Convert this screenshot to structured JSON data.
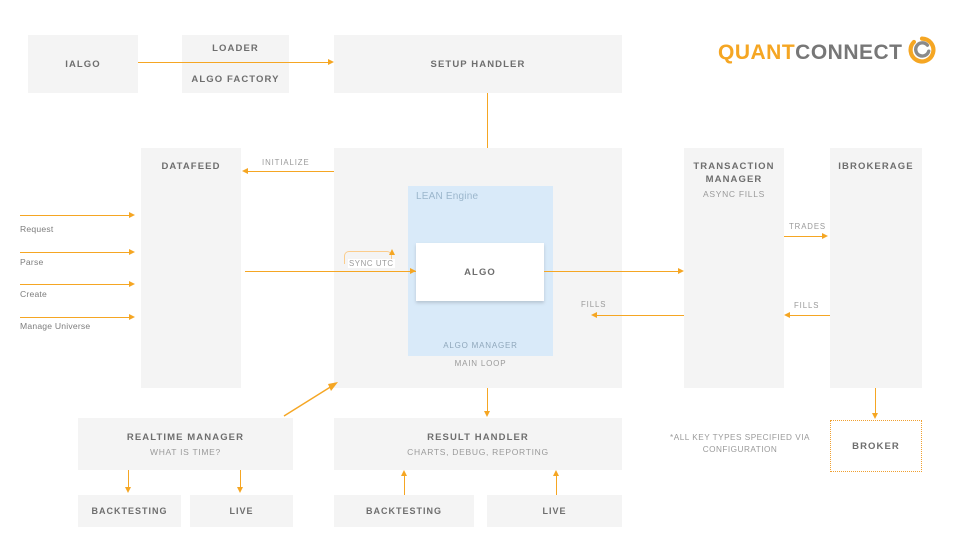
{
  "logo": {
    "part_one": "QUANT",
    "part_two": "CONNECT",
    "accent_color": "#f5a623",
    "text_color": "#777777",
    "mark": "quantconnect-circle-logo"
  },
  "palette": {
    "block_fill": "#f4f4f4",
    "engine_fill": "#f4f4f4",
    "lean_fill": "#d9eaf9",
    "arrow": "#f5a623",
    "title_text": "#6e6e6e",
    "sub_text": "#9a9a9a",
    "lean_text": "#9bb6cc"
  },
  "blocks": {
    "ialgo": {
      "title": "IALGO"
    },
    "loader": {
      "title": "LOADER"
    },
    "algo_factory": {
      "title": "ALGO FACTORY"
    },
    "setup_handler": {
      "title": "SETUP HANDLER"
    },
    "datafeed": {
      "title": "DATAFEED"
    },
    "transaction_manager": {
      "title_line1": "TRANSACTION",
      "title_line2": "MANAGER",
      "subtitle": "ASYNC FILLS"
    },
    "ibrokerage": {
      "title": "IBROKERAGE"
    },
    "broker": {
      "title": "BROKER",
      "border_style": "dotted",
      "border_color": "#f0a030"
    },
    "realtime_manager": {
      "title": "REALTIME MANAGER",
      "subtitle": "WHAT IS TIME?"
    },
    "result_handler": {
      "title": "RESULT HANDLER",
      "subtitle": "CHARTS, DEBUG, REPORTING"
    },
    "rt_backtesting": {
      "title": "BACKTESTING"
    },
    "rt_live": {
      "title": "LIVE"
    },
    "rh_backtesting": {
      "title": "BACKTESTING"
    },
    "rh_live": {
      "title": "LIVE"
    }
  },
  "engine": {
    "lean_label": "LEAN Engine",
    "algo_label": "ALGO",
    "algo_manager_label": "ALGO MANAGER",
    "main_loop_label": "MAIN LOOP"
  },
  "arrow_labels": {
    "initialize": "INITIALIZE",
    "sync_utc": "SYNC UTC",
    "trades": "TRADES",
    "fills_left": "FILLS",
    "fills_right": "FILLS"
  },
  "datafeed_inputs": [
    {
      "label": "Request"
    },
    {
      "label": "Parse"
    },
    {
      "label": "Create"
    },
    {
      "label": "Manage Universe"
    }
  ],
  "footnote": {
    "line1": "*ALL KEY TYPES SPECIFIED VIA",
    "line2": "CONFIGURATION"
  }
}
